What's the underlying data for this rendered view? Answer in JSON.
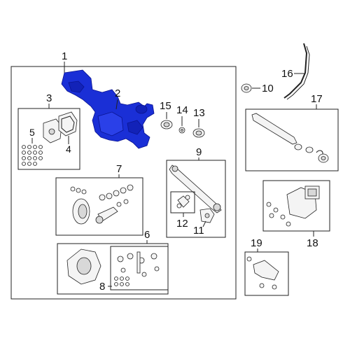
{
  "callouts": {
    "c1": "1",
    "c2": "2",
    "c3": "3",
    "c4": "4",
    "c5": "5",
    "c6": "6",
    "c7": "7",
    "c8": "8",
    "c9": "9",
    "c10": "10",
    "c11": "11",
    "c12": "12",
    "c13": "13",
    "c14": "14",
    "c15": "15",
    "c16": "16",
    "c17": "17",
    "c18": "18",
    "c19": "19"
  },
  "colors": {
    "highlight": "#1a2fd6",
    "line": "#222222"
  }
}
